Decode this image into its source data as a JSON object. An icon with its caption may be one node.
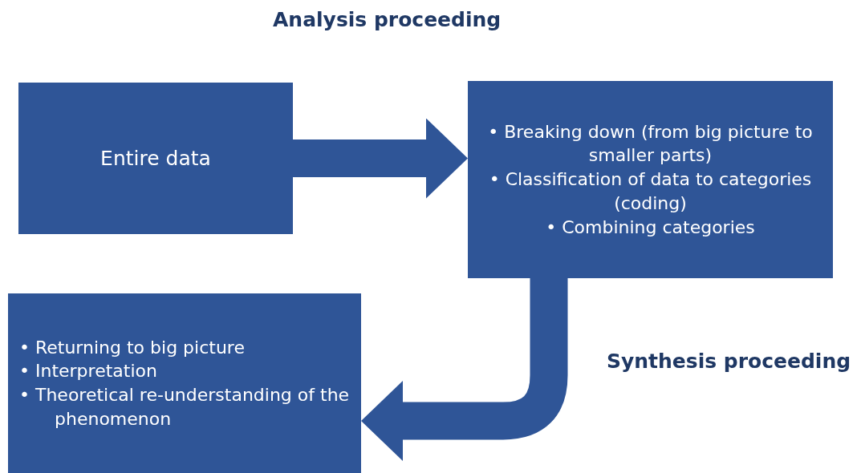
{
  "diagram": {
    "nodes": [
      {
        "text": [
          "Entire data"
        ]
      },
      {
        "text": [
          "• Breaking down (from big picture to smaller parts)",
          "• Classification of data to categories (coding)",
          "• Combining categories"
        ]
      },
      {
        "text": [
          "• Returning to big picture",
          "• Interpretation",
          "• Theoretical re-understanding of the phenomenon"
        ]
      }
    ],
    "edges": [
      {
        "from": 0,
        "to": 1,
        "arrow": "to"
      },
      {
        "from": 1,
        "to": 2,
        "arrow": "to"
      }
    ],
    "labels": [
      "Analysis proceeding",
      "Synthesis proceeding"
    ]
  }
}
